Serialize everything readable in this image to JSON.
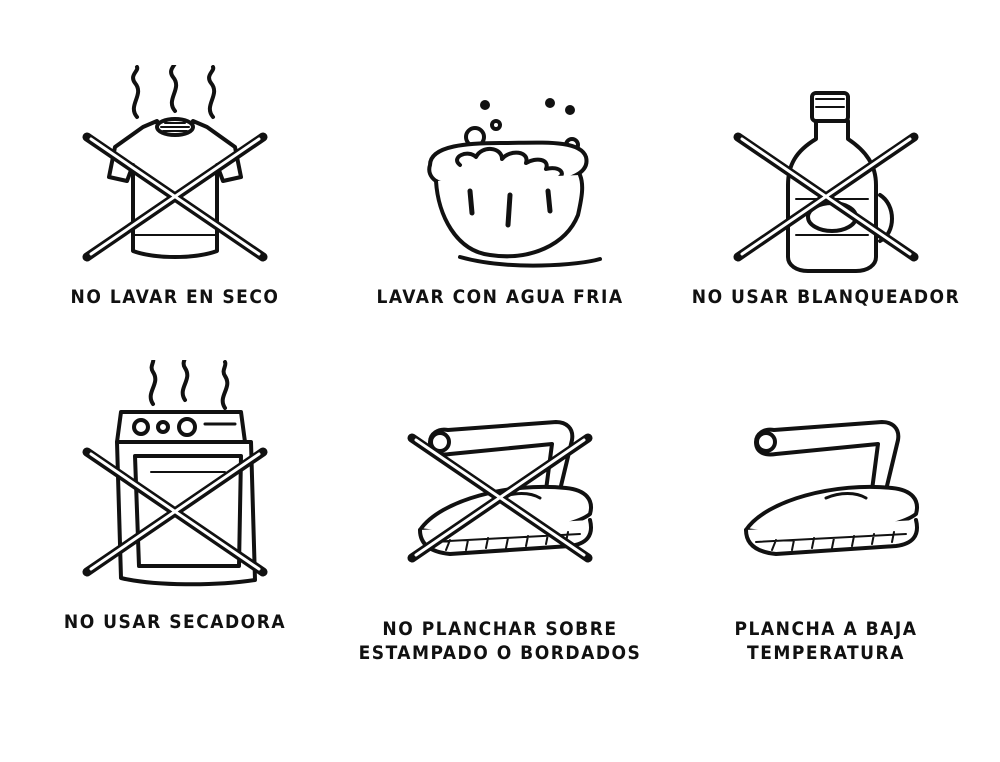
{
  "colors": {
    "ink": "#111111",
    "background": "#ffffff"
  },
  "symbols": [
    {
      "icon": "tshirt-icon",
      "crossed": true,
      "lines": [
        "NO LAVAR EN SECO"
      ]
    },
    {
      "icon": "bathtub-icon",
      "crossed": false,
      "lines": [
        "LAVAR CON AGUA FRIA"
      ]
    },
    {
      "icon": "bleach-bottle-icon",
      "crossed": true,
      "lines": [
        "NO USAR BLANQUEADOR"
      ]
    },
    {
      "icon": "dryer-icon",
      "crossed": true,
      "lines": [
        "NO USAR SECADORA"
      ]
    },
    {
      "icon": "iron-icon",
      "crossed": true,
      "lines": [
        "NO PLANCHAR SOBRE",
        "ESTAMPADO O BORDADOS"
      ]
    },
    {
      "icon": "iron-icon",
      "crossed": false,
      "lines": [
        "PLANCHA A BAJA",
        "TEMPERATURA"
      ]
    }
  ]
}
